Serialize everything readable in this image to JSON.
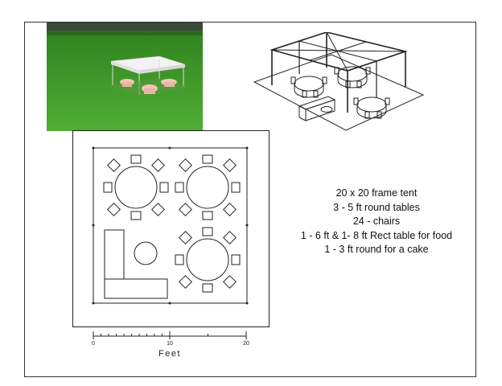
{
  "photo": {
    "description_icon": "tent-photo"
  },
  "notes": {
    "lines": [
      "20 x 20 frame tent",
      "3 - 5 ft round tables",
      "24 - chairs",
      "1 - 6 ft & 1- 8 ft Rect table for food",
      "1 - 3 ft round for a cake"
    ]
  },
  "scale": {
    "ticks": [
      "0",
      "10",
      "20"
    ],
    "unit_label": "Feet"
  },
  "colors": {
    "grass": "#3f9a2a",
    "line": "#222222"
  }
}
